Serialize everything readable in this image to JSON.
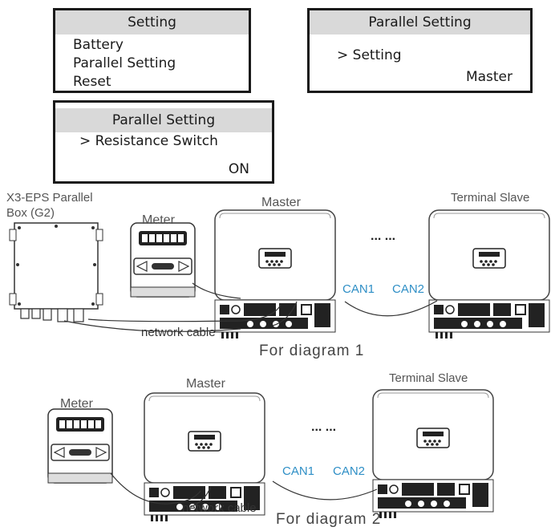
{
  "menu_setting": {
    "title": "Setting",
    "items": [
      "Battery",
      "Parallel Setting",
      "Reset"
    ]
  },
  "menu_parallel_1": {
    "title": "Parallel Setting",
    "option": "> Setting",
    "value": "Master"
  },
  "menu_parallel_2": {
    "title": "Parallel Setting",
    "option": "> Resistance Switch",
    "value": "ON"
  },
  "diagram1": {
    "box_label": "X3-EPS Parallel\nBox (G2)",
    "meter_label": "Meter",
    "master_label": "Master",
    "slave_label": "Terminal Slave",
    "ellipsis": "... ...",
    "can1": "CAN1",
    "can2": "CAN2",
    "cable_label": "network cable",
    "caption": "For diagram 1"
  },
  "diagram2": {
    "meter_label": "Meter",
    "master_label": "Master",
    "slave_label": "Terminal Slave",
    "ellipsis": "... ...",
    "can1": "CAN1",
    "can2": "CAN2",
    "cable_label": "network cable",
    "caption": "For diagram 2"
  },
  "colors": {
    "can_label": "#2f8fc6",
    "lcd_header": "#d9d9d9"
  }
}
